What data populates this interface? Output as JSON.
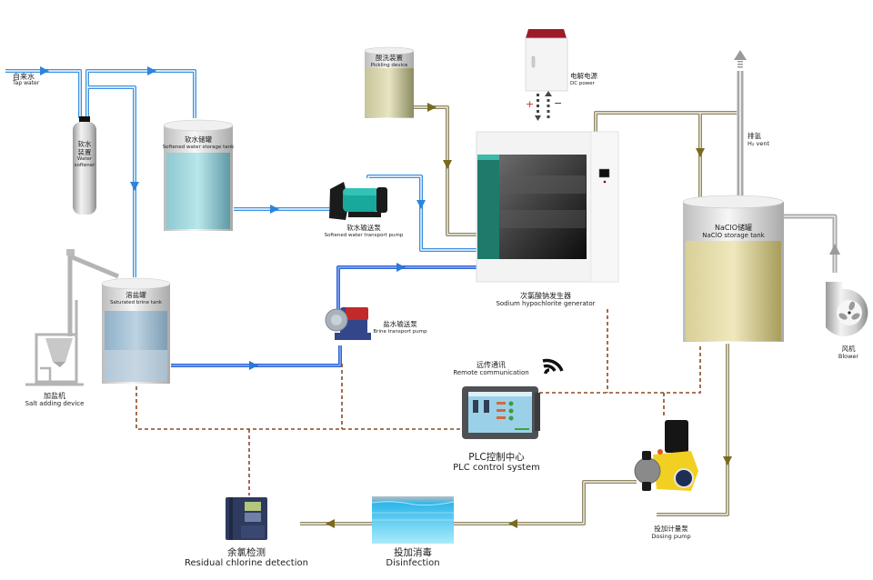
{
  "title": "Sodium hypochlorite generation and disinfection process flow",
  "colors": {
    "water_pipe": "#3b8fe0",
    "brine_pipe": "#2f63d6",
    "product_pipe": "#8e8768",
    "product_arrow": "#7a6a1e",
    "gas_pipe": "#b5b5b5",
    "signal_line": "#8b4a24",
    "tank_liquid_water": "#a9dde3",
    "tank_liquid_brine": "#a8c3d6",
    "tank_liquid_product": "#e3d9a5",
    "generator_accent": "#1f7a6c",
    "dc_power_cap": "#9e1b2a",
    "dosing_pump_body": "#f2d022",
    "disinfection_water": "#3cc4ee"
  },
  "components": {
    "tap_water": {
      "zh": "自来水",
      "en": "Tap water"
    },
    "water_softener": {
      "zh_line1": "软水",
      "zh_line2": "装置",
      "en_line1": "Water",
      "en_line2": "softener"
    },
    "softened_tank": {
      "zh": "软水储罐",
      "en": "Softened water storage tank"
    },
    "softened_pump": {
      "zh": "软水输送泵",
      "en": "Softened water transport pump"
    },
    "pickling": {
      "zh": "酸洗装置",
      "en": "Pickling device"
    },
    "dc_power": {
      "zh": "电解电源",
      "en": "DC power",
      "plus": "+",
      "minus": "−"
    },
    "generator": {
      "zh": "次氯酸钠发生器",
      "en": "Sodium hypochlorite generator"
    },
    "h2_vent": {
      "zh": "排氢",
      "en": "H₂ vent"
    },
    "naclo_tank": {
      "zh": "NaClO储罐",
      "en": "NaClO storage tank"
    },
    "blower": {
      "zh": "风机",
      "en": "Blower"
    },
    "salt_device": {
      "zh": "加盐机",
      "en": "Salt adding device"
    },
    "brine_tank": {
      "zh": "溶盐罐",
      "en": "Saturated brine tank"
    },
    "brine_pump": {
      "zh": "盐水输送泵",
      "en": "Brine transport pump"
    },
    "remote": {
      "zh": "远传通讯",
      "en": "Remote communication"
    },
    "plc": {
      "zh": "PLC控制中心",
      "en": "PLC control system"
    },
    "dosing_pump": {
      "zh": "投加计量泵",
      "en": "Dosing pump"
    },
    "disinfection": {
      "zh": "投加消毒",
      "en": "Disinfection"
    },
    "chlorine_detect": {
      "zh": "余氯检测",
      "en": "Residual chlorine detection"
    }
  }
}
